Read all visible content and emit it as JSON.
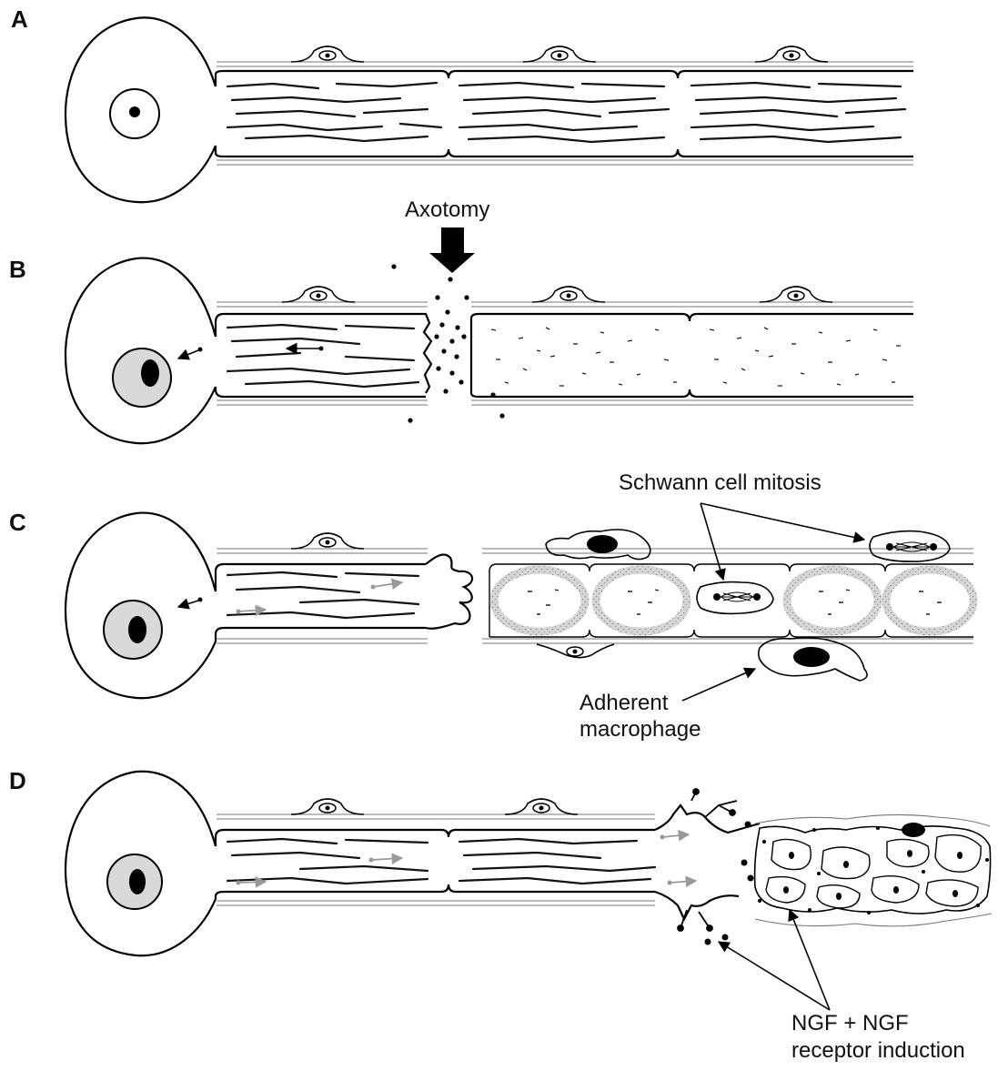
{
  "panels": {
    "a": {
      "letter": "A"
    },
    "b": {
      "letter": "B",
      "callout": "Axotomy"
    },
    "c": {
      "letter": "C",
      "callout_mitosis": "Schwann cell mitosis",
      "callout_macrophage_line1": "Adherent",
      "callout_macrophage_line2": "macrophage"
    },
    "d": {
      "letter": "D",
      "callout_ngf_line1": "NGF + NGF",
      "callout_ngf_line2": "receptor induction"
    }
  },
  "colors": {
    "ink": "#000000",
    "chromatolysis_fill": "#d9d9d9",
    "transport_arrow": "#999999",
    "degenerating_ring": "#bdbdbd"
  }
}
